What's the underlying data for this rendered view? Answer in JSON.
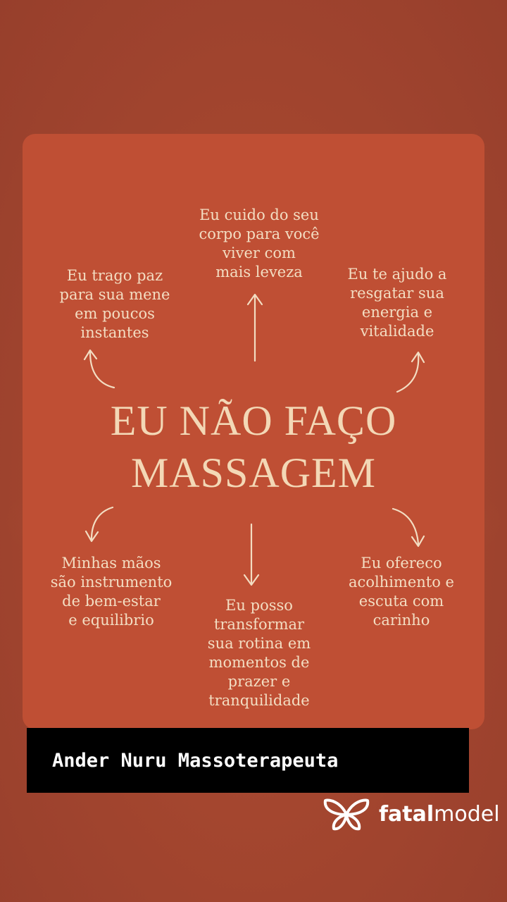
{
  "poster": {
    "headline": "EU NÃO FAÇO\nMASSAGEM",
    "top_center": "Eu cuido do seu\ncorpo para você\nviver com\nmais leveza",
    "top_left": "Eu trago paz\npara sua mene\nem poucos\ninstantes",
    "top_right": "Eu te ajudo a\nresgatar sua\nenergia e\nvitalidade",
    "bottom_left": "Minhas mãos\nsão instrumento\nde bem-estar\ne equilibrio",
    "bottom_center": "Eu posso\ntransformar\nsua rotina em\nmomentos de\nprazer e\ntranquilidade",
    "bottom_right": "Eu ofereco\nacolhimento e\nescuta com\ncarinho"
  },
  "caption": {
    "text": "Ander Nuru Massoterapeuta"
  },
  "watermark": {
    "brand_bold": "fatal",
    "brand_regular": "model",
    "icon": "butterfly-icon"
  },
  "colors": {
    "background": "#a4462f",
    "card": "#bf4f34",
    "text": "#f3ddc2",
    "caption_bg": "#000000",
    "caption_text": "#ffffff"
  }
}
